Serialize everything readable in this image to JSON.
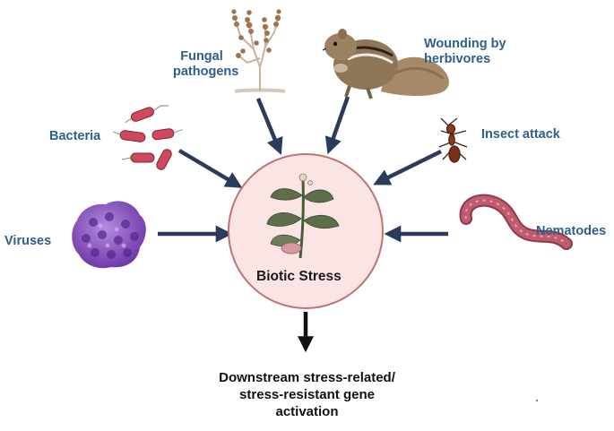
{
  "center": {
    "label": "Biotic Stress"
  },
  "stressors": {
    "fungal": [
      "Fungal",
      "pathogens"
    ],
    "wounding": [
      "Wounding by",
      "herbivores"
    ],
    "bacteria": "Bacteria",
    "insect": "Insect attack",
    "viruses": "Viruses",
    "nematodes": "Nematodes"
  },
  "outcome": [
    "Downstream stress-related/",
    "stress-resistant gene",
    "activation"
  ],
  "colors": {
    "label": "#2e5f8a",
    "arrow": "#2b3b5c",
    "circle_fill": "#fbe4e4",
    "circle_stroke": "#c07272",
    "bacteria": "#d0485e",
    "virus": "#8b53c2",
    "nematode": "#c15b6e",
    "chipmunk": "#8f7658",
    "ant": "#8a3a1c",
    "fungus": "#a07350",
    "plant": "#5c6e4a"
  },
  "icons": [
    "fungus-icon",
    "chipmunk-icon",
    "bacteria-icon",
    "ant-icon",
    "virus-icon",
    "nematode-icon",
    "plant-icon"
  ]
}
